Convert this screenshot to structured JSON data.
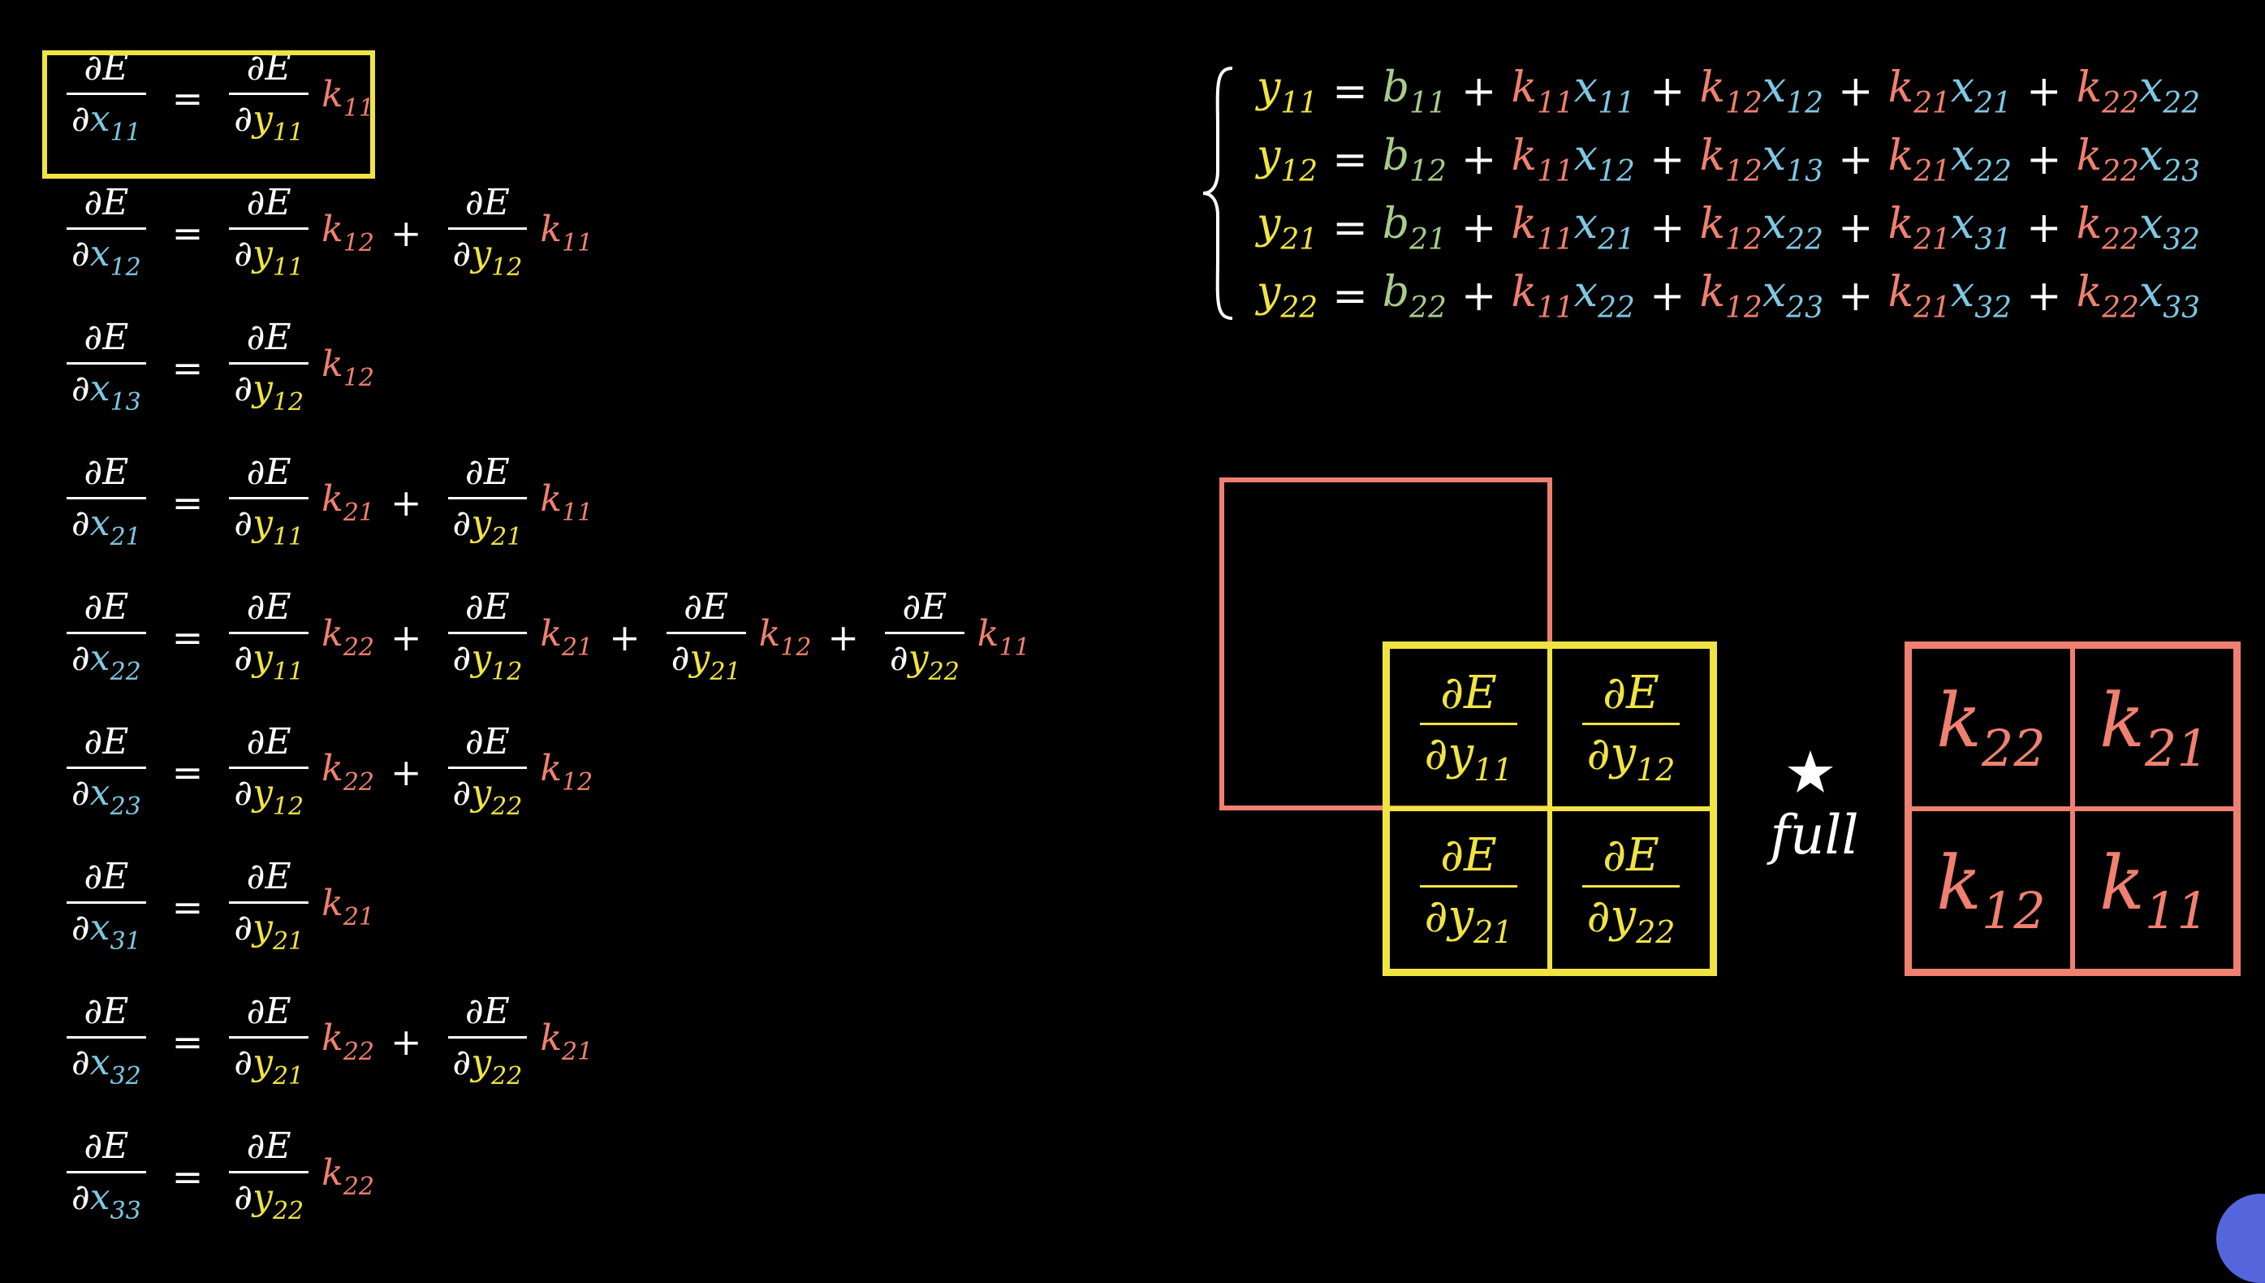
{
  "left_equations": [
    {
      "x": "13",
      "rhs": [
        {
          "y": "12",
          "k": "12"
        }
      ]
    },
    {
      "x": "21",
      "rhs": [
        {
          "y": "11",
          "k": "21"
        },
        {
          "y": "21",
          "k": "11"
        }
      ]
    },
    {
      "x": "22",
      "rhs": [
        {
          "y": "11",
          "k": "22"
        },
        {
          "y": "12",
          "k": "21"
        },
        {
          "y": "21",
          "k": "12"
        },
        {
          "y": "22",
          "k": "11"
        }
      ]
    },
    {
      "x": "23",
      "rhs": [
        {
          "y": "12",
          "k": "22"
        },
        {
          "y": "22",
          "k": "12"
        }
      ]
    },
    {
      "x": "31",
      "rhs": [
        {
          "y": "21",
          "k": "21"
        }
      ]
    },
    {
      "x": "32",
      "rhs": [
        {
          "y": "21",
          "k": "22"
        },
        {
          "y": "22",
          "k": "21"
        }
      ]
    },
    {
      "x": "33",
      "rhs": [
        {
          "y": "22",
          "k": "22"
        }
      ]
    }
  ],
  "highlighted_equation": {
    "x": "11",
    "rhs": [
      {
        "y": "11",
        "k": "11"
      }
    ]
  },
  "second_equation": {
    "x": "12",
    "rhs": [
      {
        "y": "11",
        "k": "12"
      },
      {
        "y": "12",
        "k": "11"
      }
    ]
  },
  "system": [
    {
      "y": "11",
      "b": "11",
      "terms": [
        [
          "11",
          "11"
        ],
        [
          "12",
          "12"
        ],
        [
          "21",
          "21"
        ],
        [
          "22",
          "22"
        ]
      ]
    },
    {
      "y": "12",
      "b": "12",
      "terms": [
        [
          "11",
          "12"
        ],
        [
          "12",
          "13"
        ],
        [
          "21",
          "22"
        ],
        [
          "22",
          "23"
        ]
      ]
    },
    {
      "y": "21",
      "b": "21",
      "terms": [
        [
          "11",
          "21"
        ],
        [
          "12",
          "22"
        ],
        [
          "21",
          "31"
        ],
        [
          "22",
          "32"
        ]
      ]
    },
    {
      "y": "22",
      "b": "22",
      "terms": [
        [
          "11",
          "22"
        ],
        [
          "12",
          "23"
        ],
        [
          "21",
          "32"
        ],
        [
          "22",
          "33"
        ]
      ]
    }
  ],
  "symbols": {
    "partial": "∂",
    "E": "E",
    "x": "x",
    "y": "y",
    "k": "k",
    "b": "b",
    "eq": "=",
    "plus": "+"
  },
  "output_gradient_grid": [
    "11",
    "12",
    "21",
    "22"
  ],
  "kernel_grid": [
    "22",
    "21",
    "12",
    "11"
  ],
  "operation_label": "full",
  "colors": {
    "x": "#7ec8e3",
    "y": "#f0e442",
    "k": "#f08070",
    "b": "#a8cc8c",
    "highlight": "#f0e442",
    "kernel_box": "#f08070"
  }
}
